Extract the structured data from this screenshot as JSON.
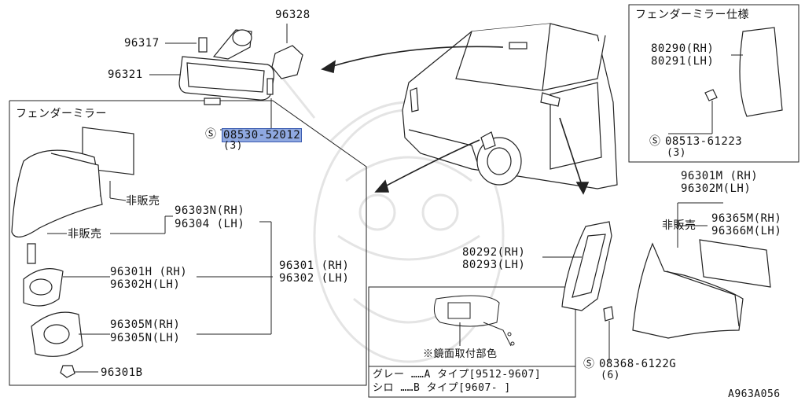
{
  "diagram_id": "A963A056",
  "parts": {
    "p96328": "96328",
    "p96317": "96317",
    "p96321": "96321",
    "bolt_top_code": "08530-52012",
    "bolt_top_qty": "(3)",
    "fender_title": "フェンダーミラー",
    "not_sold_1": "非販売",
    "not_sold_2": "非販売",
    "p96303n": "96303N(RH)",
    "p96304": "96304  (LH)",
    "p96301h": "96301H (RH)",
    "p96302h": "96302H(LH)",
    "p96301": "96301 (RH)",
    "p96302": "96302 (LH)",
    "p96305m": "96305M(RH)",
    "p96305n": "96305N(LH)",
    "p96301b": "96301B",
    "spec_title": "フェンダーミラー仕様",
    "p80290": "80290(RH)",
    "p80291": "80291(LH)",
    "bolt_spec_code": "08513-61223",
    "bolt_spec_qty": "(3)",
    "p96301m": "96301M (RH)",
    "p96302m": "96302M(LH)",
    "not_sold_3": "非販売",
    "p96365m": "96365M(RH)",
    "p96366m": "96366M(LH)",
    "p80292": "80292(RH)",
    "p80293": "80293(LH)",
    "bolt_door_code": "08368-6122G",
    "bolt_door_qty": "(6)",
    "color_note": "※鏡面取付部色",
    "grey_row": "グレー ……A タイプ[9512-9607]",
    "white_row": "シロ ……B タイプ[9607-      ]"
  },
  "colors": {
    "line": "#222222",
    "highlight": "#8fa8e0",
    "watermark": "#dcdcdc"
  }
}
